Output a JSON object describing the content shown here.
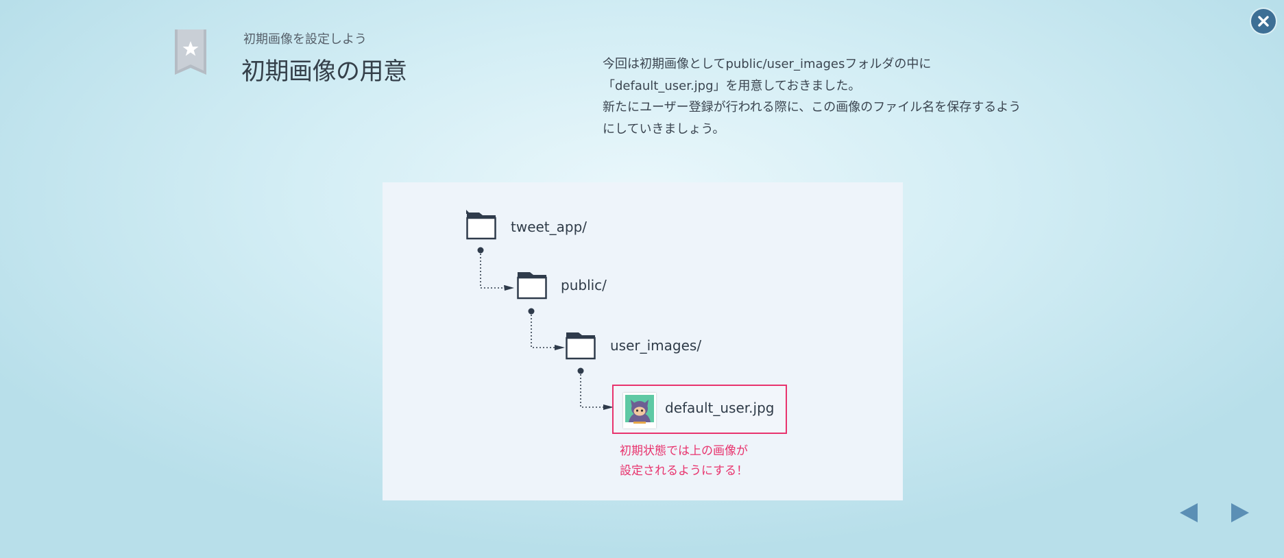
{
  "header": {
    "subtitle": "初期画像を設定しよう",
    "title": "初期画像の用意"
  },
  "description": {
    "lines": [
      "今回は初期画像としてpublic/user_imagesフォルダの中に",
      "「default_user.jpg」を用意しておきました。",
      "新たにユーザー登録が行われる際に、この画像のファイル名を保存するよう",
      "にしていきましょう。"
    ]
  },
  "tree": {
    "folders": [
      "tweet_app/",
      "public/",
      "user_images/"
    ],
    "file": "default_user.jpg"
  },
  "note": {
    "lines": [
      "初期状態では上の画像が",
      "設定されるようにする！"
    ]
  },
  "colors": {
    "accent_pink": "#e8336d",
    "close_button": "#3d6f95",
    "nav_arrow": "#5b8fb5",
    "folder_icon": "#2f3b4b"
  },
  "icons": {
    "close": "close-icon",
    "bookmark": "bookmark-star-icon",
    "folder": "folder-icon",
    "prev": "prev-arrow-icon",
    "next": "next-arrow-icon"
  }
}
